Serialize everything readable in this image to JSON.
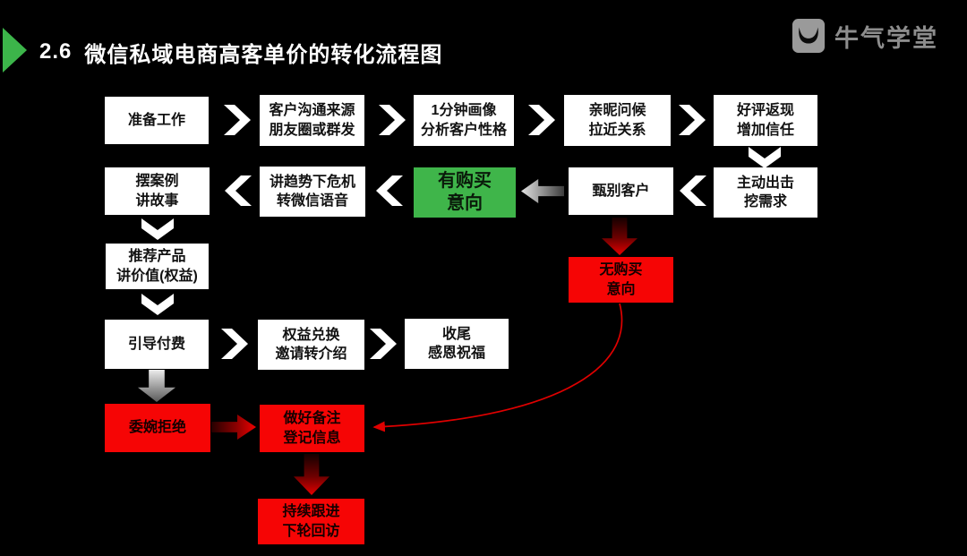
{
  "slide": {
    "header": {
      "section_number": "2.6",
      "title": "微信私域电商高客单价的转化流程图"
    },
    "brand": {
      "name": "牛气学堂"
    },
    "colors": {
      "background": "#000000",
      "accent_green": "#3CB54A",
      "green_box": "#3FB54A",
      "red_box": "#F60505",
      "arrow_red": "#DF0000",
      "logo_gray": "#9A9A9A",
      "white_box": "#FFFFFF"
    },
    "flowchart": {
      "nodes": [
        {
          "id": "prepare",
          "type": "white",
          "line1": "准备工作",
          "line2": ""
        },
        {
          "id": "contact-source",
          "type": "white",
          "line1": "客户沟通来源",
          "line2": "朋友圈或群发"
        },
        {
          "id": "profile-analysis",
          "type": "white",
          "line1": "1分钟画像",
          "line2": "分析客户性格"
        },
        {
          "id": "greeting",
          "type": "white",
          "line1": "亲昵问候",
          "line2": "拉近关系"
        },
        {
          "id": "review-cashback",
          "type": "white",
          "line1": "好评返现",
          "line2": "增加信任"
        },
        {
          "id": "case-story",
          "type": "white",
          "line1": "摆案例",
          "line2": "讲故事"
        },
        {
          "id": "trend-crisis",
          "type": "white",
          "line1": "讲趋势下危机",
          "line2": "转微信语音"
        },
        {
          "id": "purchase-intent",
          "type": "green",
          "line1": "有购买",
          "line2": "意向"
        },
        {
          "id": "screen-customers",
          "type": "white",
          "line1": "甄别客户",
          "line2": ""
        },
        {
          "id": "proactive-demand",
          "type": "white",
          "line1": "主动出击",
          "line2": "挖需求"
        },
        {
          "id": "no-intent",
          "type": "red",
          "line1": "无购买",
          "line2": "意向"
        },
        {
          "id": "recommend-product",
          "type": "white",
          "line1": "推荐产品",
          "line2": "讲价值(权益)"
        },
        {
          "id": "guide-payment",
          "type": "white",
          "line1": "引导付费",
          "line2": ""
        },
        {
          "id": "benefit-referral",
          "type": "white",
          "line1": "权益兑换",
          "line2": "邀请转介绍"
        },
        {
          "id": "closing-blessing",
          "type": "white",
          "line1": "收尾",
          "line2": "感恩祝福"
        },
        {
          "id": "polite-refusal",
          "type": "red",
          "line1": "委婉拒绝",
          "line2": ""
        },
        {
          "id": "note-register",
          "type": "red",
          "line1": "做好备注",
          "line2": "登记信息"
        },
        {
          "id": "follow-up",
          "type": "red",
          "line1": "持续跟进",
          "line2": "下轮回访"
        }
      ]
    }
  }
}
